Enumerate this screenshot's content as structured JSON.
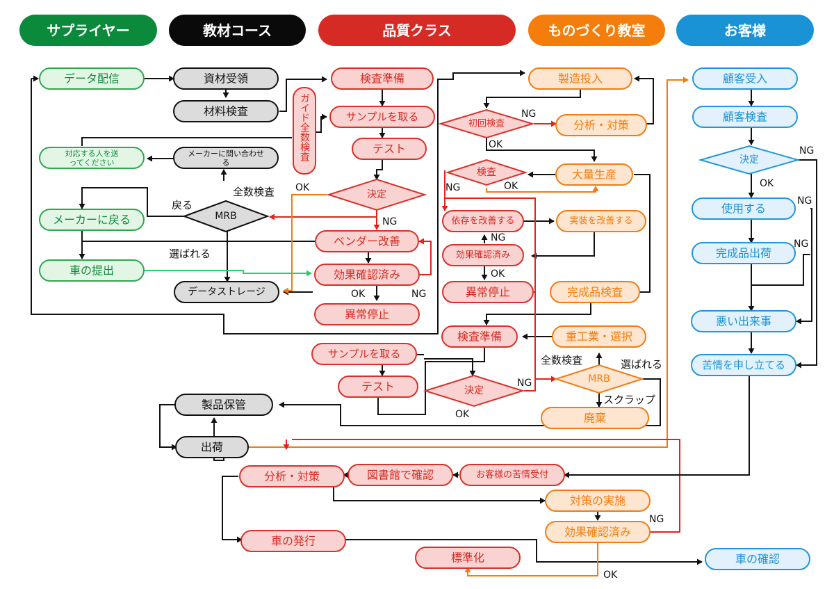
{
  "colors": {
    "green_fill": "#0b8a3b",
    "green_light": "#e3f6e6",
    "green_stroke": "#2fa84f",
    "black_fill": "#0a0a0a",
    "gray_light": "#dcdcdc",
    "black_stroke": "#111111",
    "red_fill": "#d52b24",
    "red_light": "#f9d3d1",
    "red_stroke": "#d8302a",
    "orange_fill": "#f47d0b",
    "orange_light": "#fde5cf",
    "orange_stroke": "#f07c12",
    "blue_fill": "#1a93d6",
    "blue_light": "#e2f1fb",
    "blue_stroke": "#2196d9",
    "arrow_black": "#111111",
    "arrow_red": "#e2231a",
    "arrow_orange": "#f07c12",
    "arrow_green": "#2ecc71"
  },
  "headers": {
    "supplier": "サプライヤー",
    "course": "教材コース",
    "quality": "品質クラス",
    "monozukuri": "ものづくり教室",
    "customer": "お客様"
  },
  "nodes": {
    "data_delivery": "データ配信",
    "material_receipt": "資材受領",
    "material_inspection": "材料検査",
    "guide_full_inspection": "ガイド全数検査",
    "send_person": "対応する人を送ってください",
    "ask_maker": "メーカーに問い合わせる",
    "return_maker": "メーカーに戻る",
    "mrb1": "MRB",
    "submit_car": "車の提出",
    "data_storage": "データストレージ",
    "inspection_prep1": "検査準備",
    "take_sample1": "サンプルを取る",
    "test1": "テスト",
    "decision1": "決定",
    "vendor_improve": "ベンダー改善",
    "effect_confirmed1": "効果確認済み",
    "abnormal_stop1": "異常停止",
    "production_input": "製造投入",
    "initial_inspection": "初回検査",
    "analysis1": "分析・対策",
    "inspection2": "検査",
    "mass_production": "大量生産",
    "improve_dependency": "依存を改善する",
    "improve_mounting": "実装を改善する",
    "effect_confirmed2": "効果確認済み",
    "abnormal_stop2": "異常停止",
    "finished_inspection": "完成品検査",
    "inspection_prep2": "検査準備",
    "heavy_select": "重工業・選択",
    "take_sample2": "サンプルを取る",
    "test2": "テスト",
    "decision2": "決定",
    "mrb2": "MRB",
    "scrap": "廃棄",
    "product_storage": "製品保管",
    "shipping": "出荷",
    "customer_receipt": "顧客受入",
    "customer_inspection": "顧客検査",
    "decision3": "決定",
    "use": "使用する",
    "finished_shipping": "完成品出荷",
    "bad_event": "悪い出来事",
    "file_complaint": "苦情を申し立てる",
    "analysis2": "分析・対策",
    "library_check": "図書館で確認",
    "complaint_reception": "お客様の苦情受付",
    "countermeasure": "対策の実施",
    "effect_confirmed3": "効果確認済み",
    "car_issue": "車の発行",
    "standardize": "標準化",
    "car_confirm": "車の確認"
  },
  "labels": {
    "full_inspection1": "全数検査",
    "back": "戻る",
    "selected1": "選ばれる",
    "ok_decision1": "OK",
    "ng_decision1": "NG",
    "ok_effect1": "OK",
    "ng_effect1": "NG",
    "ng_initial": "NG",
    "ok_initial": "OK",
    "ng_inspection2": "NG",
    "ok_inspection2": "OK",
    "ng_dependency": "NG",
    "ok_effect2": "OK",
    "full_inspection2": "全数検査",
    "selected2": "選ばれる",
    "scrap_label": "スクラップ",
    "ng_decision2": "NG",
    "ok_decision2": "OK",
    "ng_decision3": "NG",
    "ok_decision3": "OK",
    "ng_use": "NG",
    "ng_finished": "NG",
    "ng_effect3": "NG",
    "ok_effect3": "OK"
  }
}
